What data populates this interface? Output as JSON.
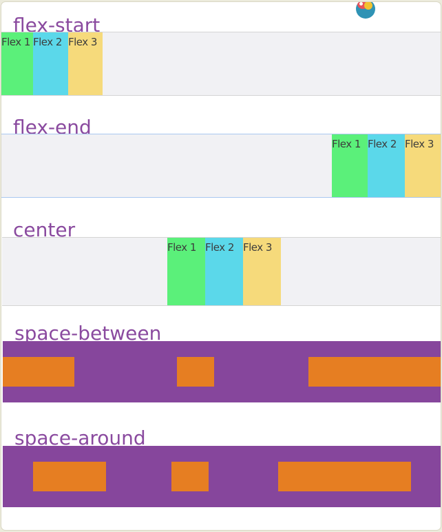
{
  "sections": [
    {
      "heading": "flex-start",
      "items": [
        "Flex 1",
        "Flex 2",
        "Flex 3"
      ]
    },
    {
      "heading": "flex-end",
      "items": [
        "Flex 1",
        "Flex 2",
        "Flex 3"
      ]
    },
    {
      "heading": "center",
      "items": [
        "Flex 1",
        "Flex 2",
        "Flex 3"
      ]
    },
    {
      "heading": "space-between"
    },
    {
      "heading": "space-around"
    }
  ],
  "colors": {
    "heading": "#8a4a9f",
    "flex_item_1": "#5bf07a",
    "flex_item_2": "#5bd8ea",
    "flex_item_3": "#f6da7b",
    "container_bg": "#f1f1f4",
    "purple_container": "#86469c",
    "orange_item": "#e67e22"
  },
  "icons": {
    "logo": "colorful-circle-logo-icon"
  }
}
